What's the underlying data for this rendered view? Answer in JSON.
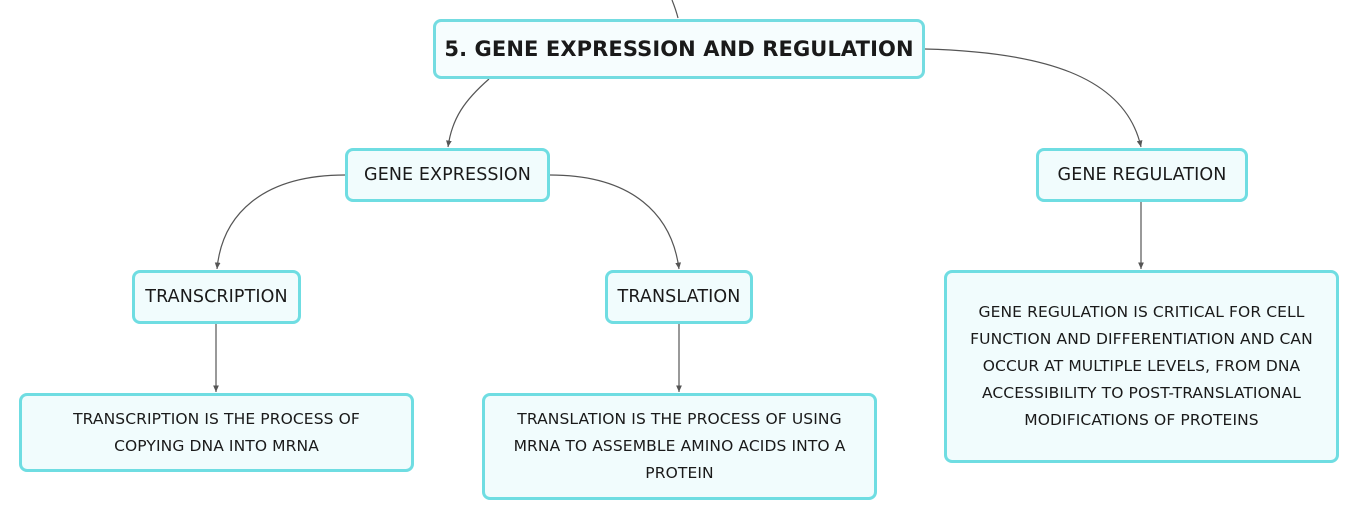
{
  "diagram": {
    "root": {
      "label": "5. GENE EXPRESSION AND REGULATION"
    },
    "gene_expression": {
      "label": "GENE EXPRESSION"
    },
    "gene_regulation": {
      "label": "GENE REGULATION"
    },
    "transcription": {
      "label": "TRANSCRIPTION"
    },
    "translation": {
      "label": "TRANSLATION"
    },
    "transcription_desc": {
      "text": "TRANSCRIPTION IS THE PROCESS OF COPYING DNA INTO MRNA"
    },
    "translation_desc": {
      "text": "TRANSLATION IS THE PROCESS OF USING MRNA TO ASSEMBLE AMINO ACIDS INTO A PROTEIN"
    },
    "regulation_desc": {
      "text": "GENE REGULATION IS CRITICAL FOR CELL FUNCTION AND DIFFERENTIATION AND CAN OCCUR AT MULTIPLE LEVELS, FROM DNA ACCESSIBILITY TO POST-TRANSLATIONAL MODIFICATIONS OF PROTEINS"
    },
    "edges": [
      {
        "from": "root",
        "to": "gene_expression"
      },
      {
        "from": "root",
        "to": "gene_regulation"
      },
      {
        "from": "gene_expression",
        "to": "transcription"
      },
      {
        "from": "gene_expression",
        "to": "translation"
      },
      {
        "from": "transcription",
        "to": "transcription_desc"
      },
      {
        "from": "translation",
        "to": "translation_desc"
      },
      {
        "from": "gene_regulation",
        "to": "regulation_desc"
      }
    ],
    "colors": {
      "node_border": "#6fdde2",
      "node_fill": "#f1fcfd",
      "connector": "#555555",
      "text": "#1a1a1a"
    }
  }
}
